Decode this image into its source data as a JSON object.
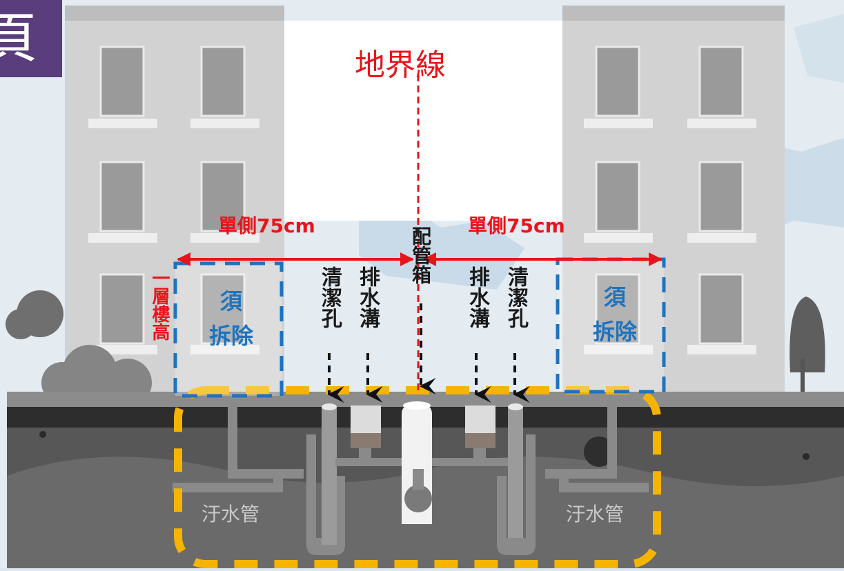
{
  "title_fragment": "頁",
  "boundary_label": "地界線",
  "left_width_label": "單側75cm",
  "right_width_label": "單側75cm",
  "storey_height_label": "一層樓高",
  "left_demolish_label": [
    "須",
    "拆除"
  ],
  "right_demolish_label": [
    "須",
    "拆除"
  ],
  "pipe_box_label": "配管箱",
  "left_cleanout_label": "清潔孔",
  "left_drain_label": "排水溝",
  "right_drain_label": "排水溝",
  "right_cleanout_label": "清潔孔",
  "left_sewer_label": "汙水管",
  "right_sewer_label": "汙水管",
  "colors": {
    "boundary_line": "#e8141b",
    "dimension_arrow": "#e8141b",
    "demolish_box": "#1e73be",
    "pipe_zone": "#f5b400",
    "title_box": "#5a3d7c"
  }
}
